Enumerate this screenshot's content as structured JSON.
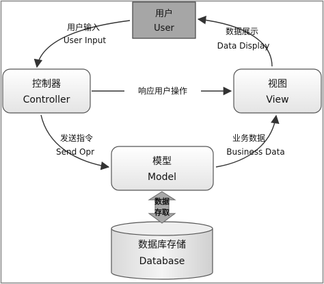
{
  "nodes": {
    "user": {
      "label_zh": "用户",
      "label_en": "User"
    },
    "controller": {
      "label_zh": "控制器",
      "label_en": "Controller"
    },
    "view": {
      "label_zh": "视图",
      "label_en": "View"
    },
    "model": {
      "label_zh": "模型",
      "label_en": "Model"
    },
    "database": {
      "label_zh": "数据库存储",
      "label_en": "Database"
    }
  },
  "edges": {
    "user_input": {
      "label_zh": "用户输入",
      "label_en": "User Input"
    },
    "data_display": {
      "label_zh": "数据展示",
      "label_en": "Data Display"
    },
    "response": {
      "label_zh": "响应用户操作"
    },
    "send_opr": {
      "label_zh": "发送指令",
      "label_en": "Send Opr"
    },
    "business_data": {
      "label_zh": "业务数据",
      "label_en": "Business Data"
    },
    "data_access": {
      "label_line1": "数据",
      "label_line2": "存取"
    }
  },
  "colors": {
    "user_fill": "#a6a6a6",
    "box_fill_top": "#ffffff",
    "box_fill_bottom": "#e6e6e6",
    "stroke": "#555555",
    "arrow": "#333333",
    "db_arrow": "#9a9a9a"
  }
}
